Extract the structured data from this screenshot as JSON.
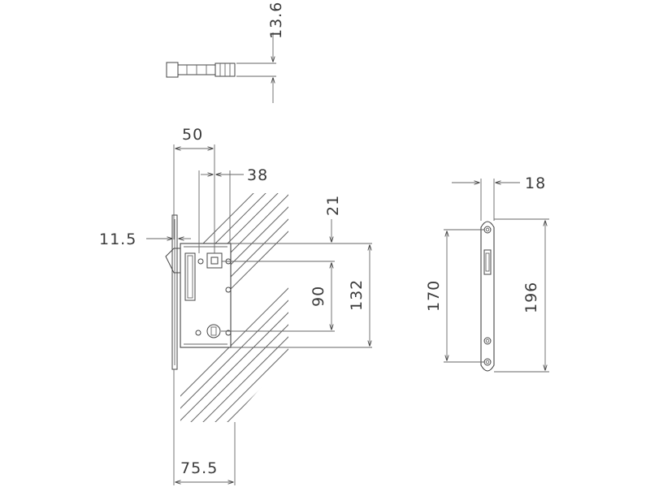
{
  "dimensions": {
    "screw_dia": "13.6",
    "backset_total": "50",
    "backset": "38",
    "faceplate_offset": "11.5",
    "top_offset": "21",
    "spindle_to_cylinder": "90",
    "case_height": "132",
    "case_width": "75.5",
    "strike_width": "18",
    "strike_hole_spacing": "170",
    "strike_height": "196"
  },
  "colors": {
    "line": "#444444",
    "hatch": "#666666",
    "background": "#ffffff"
  }
}
